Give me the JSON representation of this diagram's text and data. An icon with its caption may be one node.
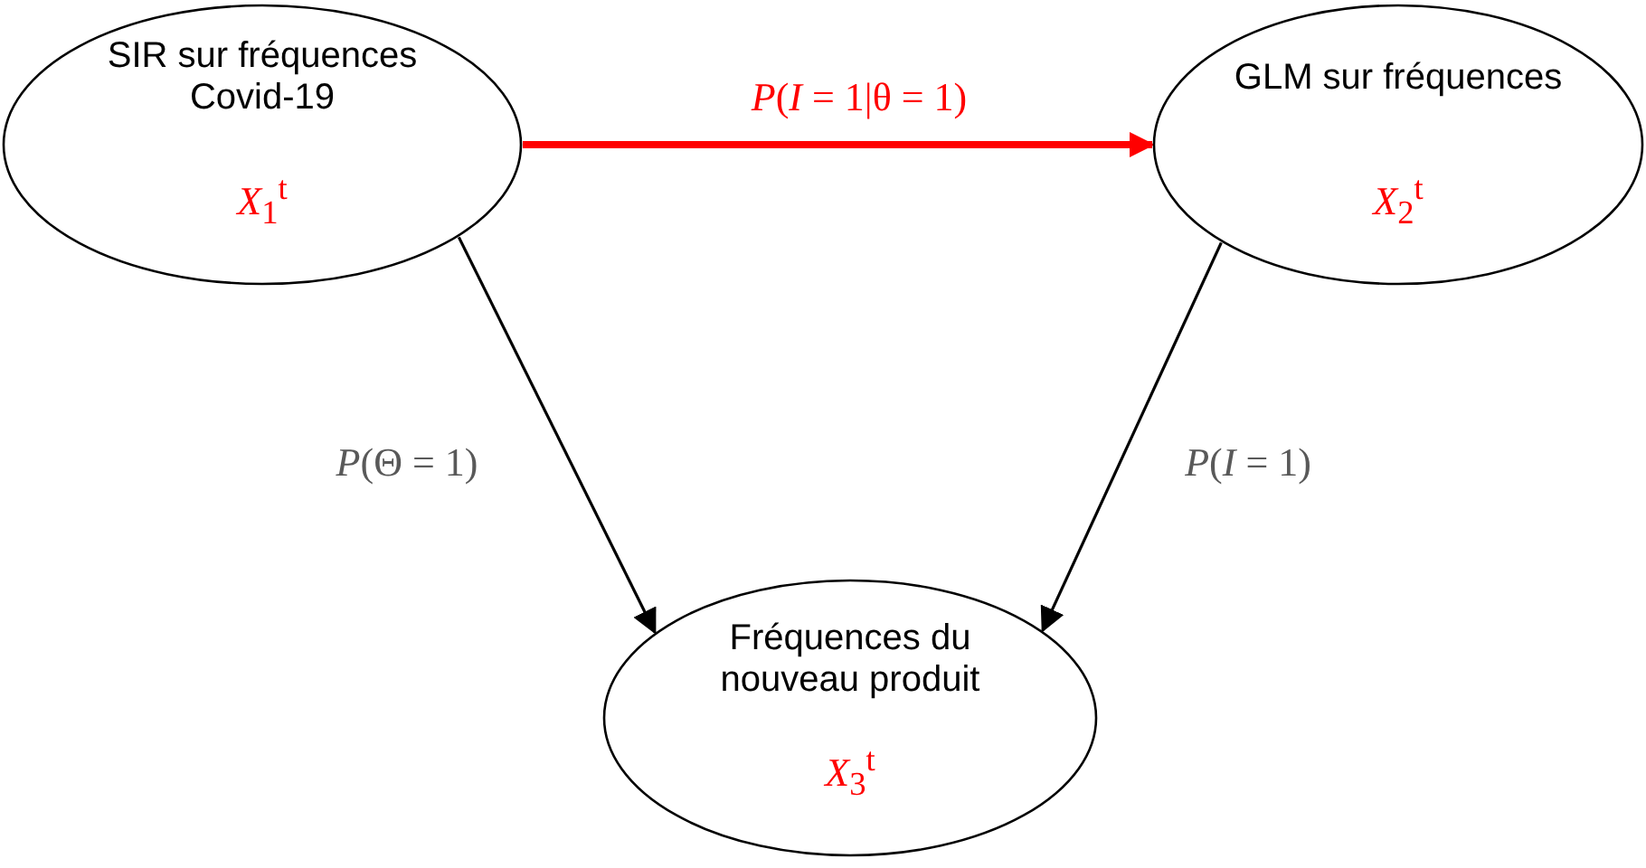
{
  "diagram": {
    "nodes": [
      {
        "text": [
          "SIR sur fréquences Covid-19",
          "*X*$_{1}$$^{t}$"
        ]
      },
      {
        "text": [
          "GLM sur fréquences",
          "*X*$_{2}$$^{t}$"
        ]
      },
      {
        "text": [
          "Fréquences du nouveau produit",
          "*X*$_{3}$$^{t}$"
        ]
      }
    ],
    "edges": [
      {
        "from": 0,
        "to": 1,
        "arrow": "to",
        "label": "*P*(*I* = 1|θ = 1)",
        "style": "thick",
        "color": "#ff0000"
      },
      {
        "from": 0,
        "to": 2,
        "arrow": "to",
        "label": "*P*(Θ = 1)"
      },
      {
        "from": 1,
        "to": 2,
        "arrow": "to",
        "label": "*P*(*I* = 1)"
      }
    ]
  }
}
